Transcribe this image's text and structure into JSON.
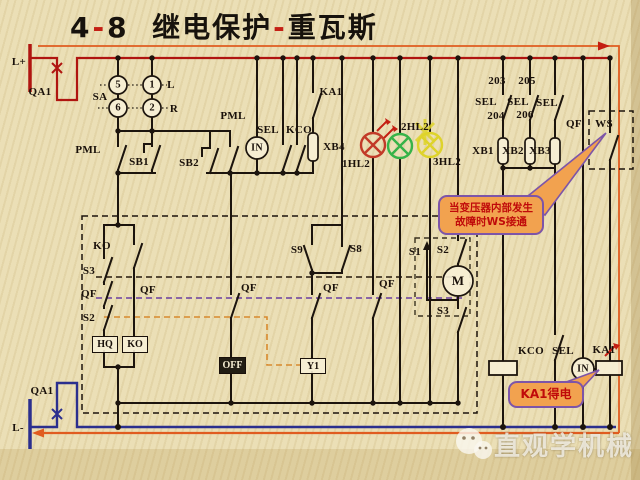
{
  "title": {
    "n1": "4",
    "sep1": "-",
    "n2": "8",
    "zh1": "继电保护",
    "sep2": "-",
    "zh2": "重瓦斯"
  },
  "labels": {
    "l_plus": "L+",
    "qa1_top": "QA1",
    "sa": "SA",
    "n5": "5",
    "n1": "1",
    "n6": "6",
    "n2": "2",
    "l_sel": "L",
    "r_sel": "R",
    "pml_left": "PML",
    "sb1": "SB1",
    "sb2": "SB2",
    "pml_mid": "PML",
    "sel_top": "SEL",
    "kco_top": "KCO",
    "in_top": "IN",
    "xb4": "XB4",
    "ka1_top": "KA1",
    "hl1": "1HL2",
    "hl2": "2HL2",
    "hl3": "3HL2",
    "n203": "203",
    "n205": "205",
    "n204": "204",
    "n206": "206",
    "sel_r1": "SEL",
    "sel_r2": "SEL",
    "sel_r3": "SEL",
    "qf_ws": "QF",
    "ws": "WS",
    "xb1": "XB1",
    "xb2": "XB2",
    "xb3": "XB3",
    "ko": "KO",
    "s3_left": "S3",
    "qf_left": "QF",
    "s2_left": "S2",
    "qf_2": "QF",
    "qf_off": "QF",
    "qf_y1": "QF",
    "qf_lamp": "QF",
    "s9": "S9",
    "s8": "S8",
    "s1": "S1",
    "s2_mech": "S2",
    "motor": "M",
    "s3_mech": "S3",
    "kco_bottom": "KCO",
    "sel_bottom": "SEL",
    "ka1_bottom": "KA1",
    "in_bottom": "IN",
    "qa1_bottom": "QA1",
    "l_minus": "L-"
  },
  "boxes": {
    "hq": "HQ",
    "ko": "KO",
    "off": "OFF",
    "y1": "Y1"
  },
  "callouts": {
    "ws_note": {
      "line1": "当变压器内部发生",
      "line2": "故障时WS接通"
    },
    "ka1_note": "KA1得电"
  },
  "watermark": "直观学机械",
  "colors": {
    "background": "#ebdfb6",
    "wire": "#1c140d",
    "positive_bus": "#b01510",
    "negative_bus": "#2b2f8e",
    "flow_path": "#e05c20",
    "callout_fill": "#f2a24f",
    "callout_border": "#7d55a8",
    "callout_text": "#c00a0a",
    "lamp_red": "#c23a28",
    "lamp_green": "#36b348",
    "lamp_yellow": "#ded32a",
    "linkage_purple": "#6a3fa0",
    "linkage_orange": "#d88a2e"
  }
}
